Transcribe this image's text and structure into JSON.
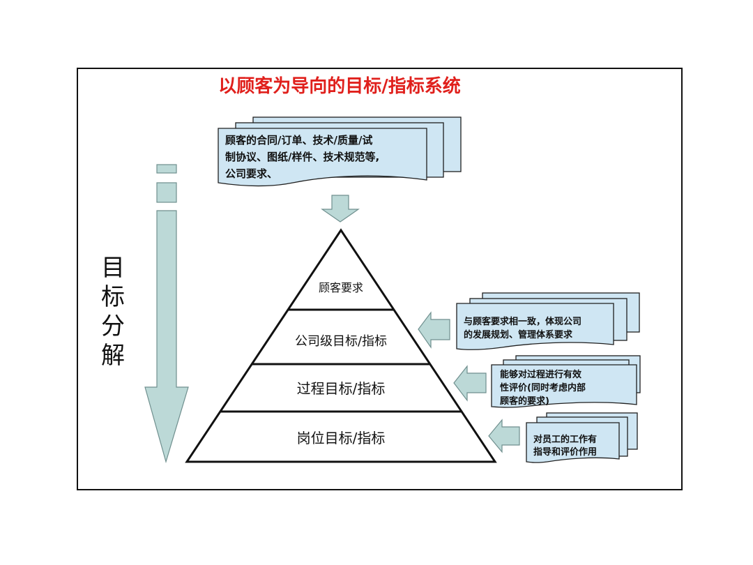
{
  "title": "以顾客为导向的目标/指标系统",
  "side_label": [
    "目",
    "标",
    "分",
    "解"
  ],
  "input_box": {
    "lines": [
      "顾客的合同/订单、技术/质量/试",
      "制协议、图纸/样件、技术规范等,",
      "公司要求、"
    ]
  },
  "pyramid": {
    "levels": [
      "顾客要求",
      "公司级目标/指标",
      "过程目标/指标",
      "岗位目标/指标"
    ]
  },
  "notes": [
    {
      "lines": [
        "与顾客要求相一致，体现公司",
        "的发展规划、管理体系要求"
      ]
    },
    {
      "lines": [
        "能够对过程进行有效",
        "性评价(同时考虑内部",
        "顾客的要求)"
      ]
    },
    {
      "lines": [
        "对员工的工作有",
        "指导和评价作用"
      ]
    }
  ],
  "colors": {
    "title": "#e0201c",
    "doc_fill": "#cfe6f3",
    "arrow_fill": "#bcd9d7"
  }
}
